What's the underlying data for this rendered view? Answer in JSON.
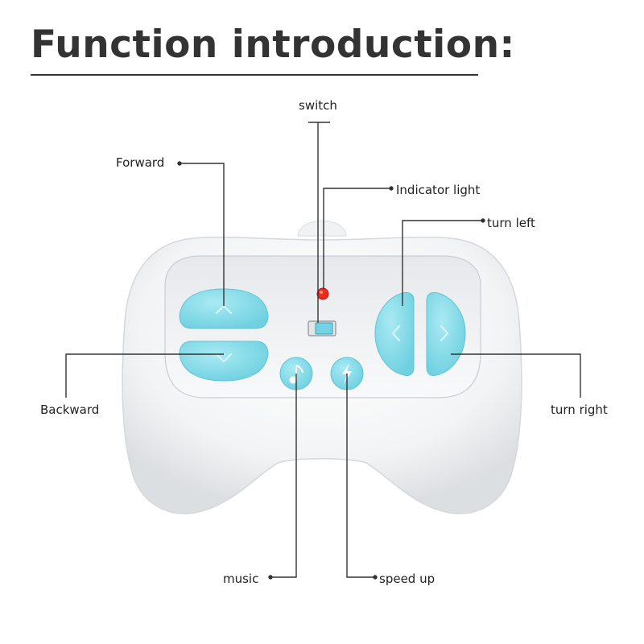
{
  "title": "Function introduction:",
  "labels": {
    "switch": "switch",
    "forward": "Forward",
    "indicator_light": "Indicator light",
    "turn_left": "turn left",
    "backward": "Backward",
    "turn_right": "turn right",
    "music": "music",
    "speed_up": "speed up"
  },
  "colors": {
    "button": "#8fe0ec",
    "indicator": "#ee2b1c",
    "switch": "#74d2e2",
    "body": "#f3f4f5",
    "leader_line": "#333333"
  },
  "icons": [
    "chevron-up-icon",
    "chevron-down-icon",
    "chevron-left-icon",
    "chevron-right-icon",
    "music-note-icon",
    "lightning-icon"
  ]
}
